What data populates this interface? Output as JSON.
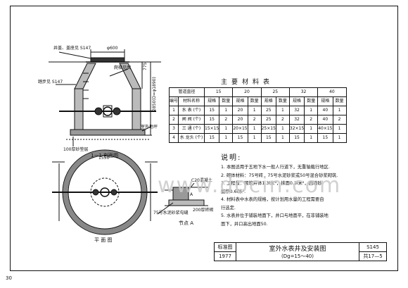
{
  "section_label": "1－1 剖面图",
  "plan_label": "平 面 图",
  "detail_label": "节点 A",
  "page_number": "30",
  "labels": {
    "cover_top": "井盖、盖座见 S147",
    "phi600": "φ600",
    "step_left": "踏步见 S147",
    "climb": "爬梯见图",
    "dim_775": "775",
    "dim_main": "2850(D=φ1890)",
    "ground": "室外地坪",
    "backfill": "100厚砂垫层",
    "dim_1550": "1550",
    "a_mark": "A",
    "cement_note": "C20混凝土",
    "joint_note": "75号水泥砂浆勾缝",
    "brick_note": "200厚砖砌"
  },
  "watermark": "www.docin.com",
  "material_table": {
    "title": "主要材料表",
    "header_pipe": "管道直径",
    "diameters": [
      "15",
      "20",
      "25",
      "32",
      "40"
    ],
    "col_no": "编号",
    "col_name": "材料名称",
    "col_spec": "规格",
    "col_qty": "数量",
    "rows": [
      {
        "no": "1",
        "name": "水 表 (个)",
        "cells": [
          "15",
          "1",
          "20",
          "1",
          "25",
          "1",
          "32",
          "1",
          "40",
          "1"
        ]
      },
      {
        "no": "2",
        "name": "闸 阀 (个)",
        "cells": [
          "15",
          "2",
          "20",
          "2",
          "25",
          "2",
          "32",
          "2",
          "40",
          "2"
        ]
      },
      {
        "no": "3",
        "name": "三 通 (个)",
        "cells": [
          "15×15",
          "1",
          "20×15",
          "1",
          "25×15",
          "1",
          "32×15",
          "1",
          "40×15",
          "1"
        ]
      },
      {
        "no": "4",
        "name": "水 龙头 (个)",
        "cells": [
          "15",
          "1",
          "15",
          "1",
          "15",
          "1",
          "15",
          "1",
          "15",
          "1"
        ]
      }
    ]
  },
  "notes": {
    "heading": "说明:",
    "items": [
      "1. 本图适用于五地下水一般人行道下，无重轴载行地区.",
      "2. 砌体材料：75号砖，75号水泥砂浆或50号混合砂浆砌筑.",
      "3. 工程量：砌筑井体1.3l米³，抹面0.3l米²，回填砂",
      "   面积0.6l米².",
      "4. 材料表中水表的规格，按计划用水量的工程需要自",
      "   行选定.",
      "5. 水表井位于铺装地面下，井口与地面平，在非铺装地",
      "   面下，井口高出地面50."
    ]
  },
  "title_block": {
    "std_label": "标准图",
    "year": "1977",
    "title": "室外水表井及安装图",
    "subtitle": "(Dg=15～40)",
    "code": "S145",
    "sheet": "共17—5"
  }
}
